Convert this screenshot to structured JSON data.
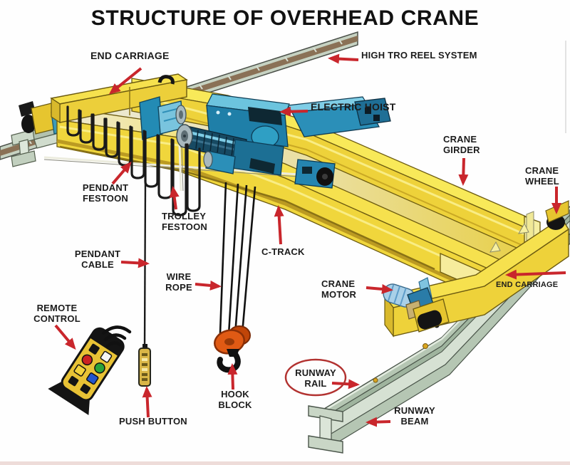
{
  "title": "STRUCTURE OF OVERHEAD CRANE",
  "labels": {
    "end_carriage_top": "END CARRIAGE",
    "high_tro_reel_system": "HIGH TRO REEL SYSTEM",
    "electric_hoist": "ELECTRIC HOIST",
    "crane_girder": "CRANE\nGIRDER",
    "crane_wheel": "CRANE\nWHEEL",
    "pendant_festoon": "PENDANT\nFESTOON",
    "trolley_festoon": "TROLLEY\nFESTOON",
    "c_track": "C-TRACK",
    "pendant_cable": "PENDANT\nCABLE",
    "wire_rope": "WIRE\nROPE",
    "remote_control": "REMOTE\nCONTROL",
    "crane_motor": "CRANE\nMOTOR",
    "end_carriage_right": "END CARRIAGE",
    "runway_rail": "RUNWAY\nRAIL",
    "runway_beam": "RUNWAY\nBEAM",
    "push_button": "PUSH BUTTON",
    "hook_block": "HOOK\nBLOCK"
  },
  "colors": {
    "arrow_red": "#c9262c",
    "circle_accent_red": "#b23230",
    "label_text": "#1c1c1c",
    "crane_yellow": "#f0d63c",
    "girder_highlight": "#f8e959",
    "hoist_blue": "#2b8fb8",
    "runway_beam_green": "#c2d2c2",
    "hook_orange": "#e05a14",
    "background": "#fefefe"
  }
}
